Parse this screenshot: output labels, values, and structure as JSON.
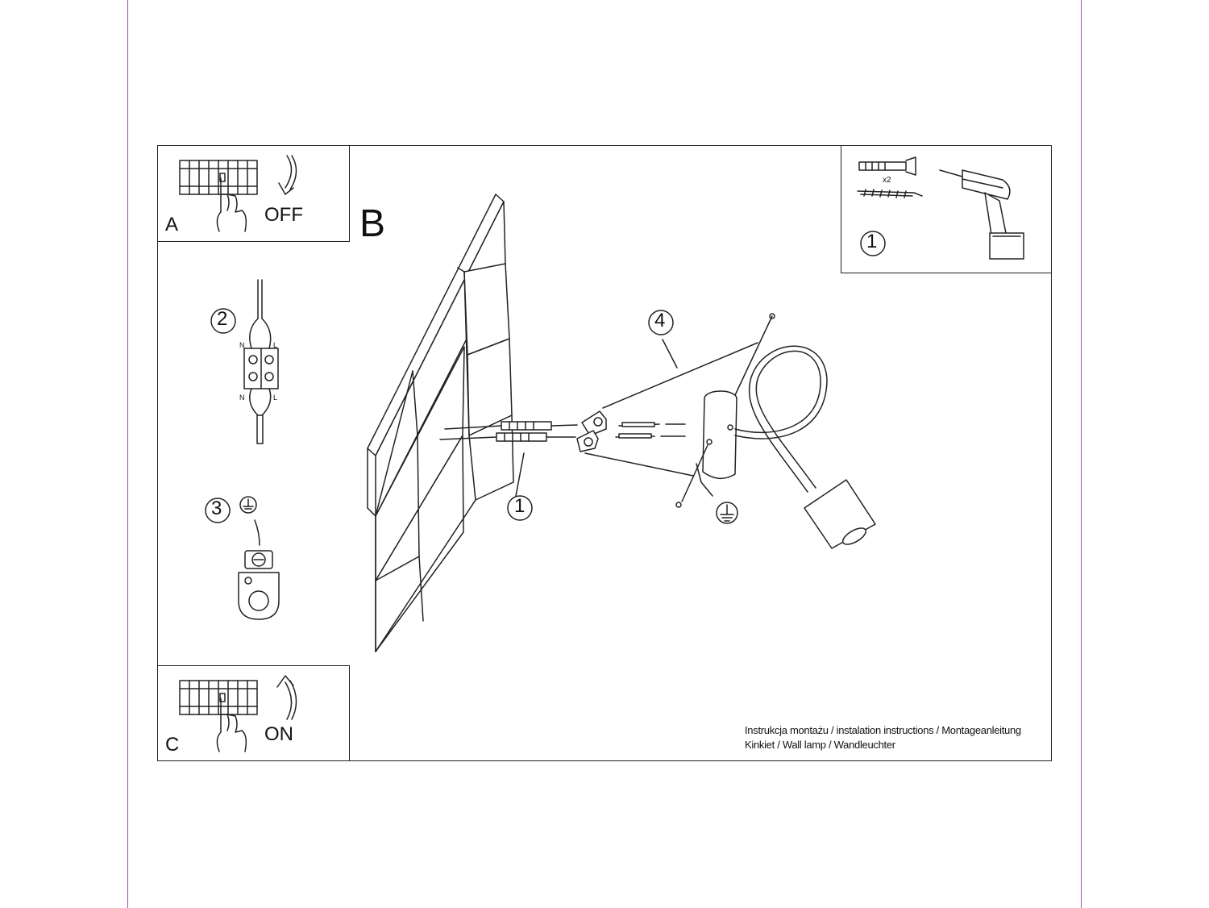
{
  "panel_a": {
    "letter": "A",
    "word": "OFF"
  },
  "panel_b": {
    "letter": "B"
  },
  "panel_c": {
    "letter": "C",
    "word": "ON"
  },
  "tools": {
    "step": "1",
    "count": "x2"
  },
  "wiring": {
    "step": "2",
    "n_label": "N",
    "l_label": "L"
  },
  "ground": {
    "step": "3"
  },
  "main": {
    "step_fix": "1",
    "step_mount": "4"
  },
  "footer": {
    "line1": "Instrukcja montażu / instalation instructions / Montageanleitung",
    "line2": "Kinkiet / Wall lamp / Wandleuchter"
  },
  "colors": {
    "line": "#222222",
    "page_border": "#9b4fa8"
  }
}
